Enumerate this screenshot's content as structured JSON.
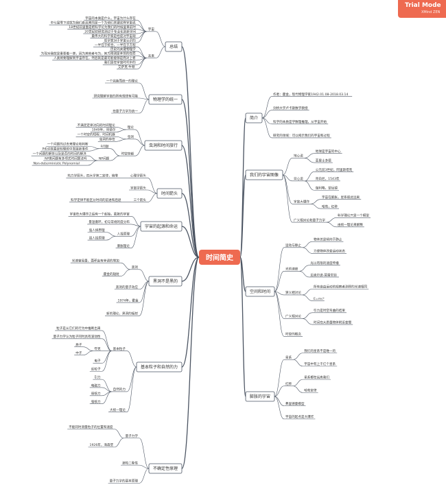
{
  "badge": {
    "title": "Trial Mode",
    "sub": "XMind ZEN"
  },
  "root": "时间简史",
  "branches": [
    {
      "label": "总结",
      "side": "left",
      "children": [
        {
          "label": "宇宙",
          "children": [
            {
              "label": "宇宙的本质是什么，宇宙为什么存在"
            },
            {
              "label": "中七届零下这就为我们走出来的是一个为他们关键这样宇宙说"
            },
            {
              "label": "18世纪前里面是把科学论为我们的时候里目前时"
            },
            {
              "label": "20世纪初研究测过于专业化到新学问"
            },
            {
              "label": "最伟大的科学家是经度对宇宙观"
            },
            {
              "label": "哲学家对于宇宙认识的"
            }
          ]
        },
        {
          "label": "未来",
          "children": [
            {
              "label": "一半在于统合，一半在于方程"
            },
            {
              "label": "历史的关键物理学"
            },
            {
              "label": "为现对我就是重要着一类，因为其他者与为，其为预测是本领的在而"
            },
            {
              "label": "人类将要理解到宇宙存在，然后就是最可能能够是而对上者"
            },
            {
              "label": "我们是在宇宙时代中的"
            },
            {
              "label": "艾萨克·牛顿"
            }
          ]
        }
      ]
    },
    {
      "label": "物理学的统一",
      "side": "left",
      "children": [
        {
          "label": "一个完备而统一的理论"
        },
        {
          "label": "研究理解宇宙的所有规律有可能"
        },
        {
          "label": "在量子力学为统一"
        }
      ]
    },
    {
      "label": "虫洞和时间旅行",
      "side": "left",
      "children": [
        {
          "label": "理论",
          "children": [
            {
              "label": "不满足定律对向的时间理论"
            },
            {
              "label": "1949年，哥德尔"
            }
          ]
        },
        {
          "label": "虫洞",
          "children": [
            {
              "label": "一个时空的短程，时间机器"
            },
            {
              "label": "虫洞的存在"
            }
          ]
        },
        {
          "label": "时空穿越",
          "children": [
            {
              "label": "F问题",
              "children": [
                {
                  "label": "一个问题的过去来理论和判断"
                },
                {
                  "label": "P也许就最是较理想中发展新事件"
                }
              ]
            },
            {
              "label": "NP问题",
              "children": [
                {
                  "label": "一个问题的解答以及是否的时间的解决"
                },
                {
                  "label": "NP类问题有多项式时间算法吗"
                },
                {
                  "label": "Non-deterministic Polynomial"
                }
              ]
            }
          ]
        }
      ]
    },
    {
      "label": "时间箭头",
      "side": "left",
      "children": [
        {
          "label": "心理学箭头",
          "children": [
            {
              "label": "热力学箭头，四大学第二定律，熵增"
            }
          ]
        },
        {
          "label": "宇宙学箭头"
        },
        {
          "label": "三个箭头",
          "children": [
            {
              "label": "科学定律不能区分时间的前进和后退"
            }
          ]
        }
      ]
    },
    {
      "label": "宇宙的起源和命运",
      "side": "left",
      "children": [
        {
          "label": "宇宙在大爆炸之后有一个起始，膨胀的宇宙"
        },
        {
          "label": "量温循环，初与常规的度分布"
        },
        {
          "label": "人择原理",
          "children": [
            {
              "label": "强人择原理"
            },
            {
              "label": "弱人择原理"
            }
          ]
        },
        {
          "label": "暴胀理论"
        }
      ]
    },
    {
      "label": "黑洞不是黑的",
      "side": "left",
      "children": [
        {
          "label": "黑洞",
          "children": [
            {
              "label": "光速容易量，面积会有单调的增加"
            },
            {
              "label": "霍金的辐射"
            }
          ]
        },
        {
          "label": "黑洞的量子效应"
        },
        {
          "label": "1974年，霍金"
        },
        {
          "label": "新的理论，黑洞的辐射"
        }
      ]
    },
    {
      "label": "基本粒子和自然的力",
      "side": "left",
      "children": [
        {
          "label": "基本粒子",
          "children": [
            {
              "label": "粒子是从它们的行为中推断出来"
            },
            {
              "label": "量子力学认为粒子同时具有波动性"
            },
            {
              "label": "夸克",
              "children": [
                {
                  "label": "质子"
                },
                {
                  "label": "中子"
                }
              ]
            },
            {
              "label": "电子"
            },
            {
              "label": "反粒子"
            }
          ]
        },
        {
          "label": "自然的力",
          "children": [
            {
              "label": "引力"
            },
            {
              "label": "电磁力"
            },
            {
              "label": "弱核力"
            },
            {
              "label": "强核力"
            }
          ]
        },
        {
          "label": "大统一理论"
        }
      ]
    },
    {
      "label": "不确定性原理",
      "side": "left",
      "children": [
        {
          "label": "量子力学",
          "children": [
            {
              "label": "不能同时测量粒子的位置和速度"
            },
            {
              "label": "1926年，海森堡"
            }
          ]
        },
        {
          "label": "波粒二象性"
        },
        {
          "label": "量子力学的基本原理"
        }
      ]
    },
    {
      "label": "简介",
      "side": "right",
      "children": [
        {
          "label": "作者：霍金，现代物理学家1942.01.08-2018.03.14"
        },
        {
          "label": "剑桥大学卢卡斯数学教授"
        },
        {
          "label": "科学的本质是学数理推理，从宇宙开始"
        },
        {
          "label": "研究的领域：可以揭示我们的宇宙和过程"
        }
      ]
    },
    {
      "label": "我们的宇宙图像",
      "side": "right",
      "children": [
        {
          "label": "地心说",
          "children": [
            {
              "label": "地球是宇宙的中心"
            },
            {
              "label": "亚里士多德"
            }
          ]
        },
        {
          "label": "日心说",
          "children": [
            {
              "label": "公元前3世纪，阿里斯塔克"
            },
            {
              "label": "哥白尼，1543年"
            },
            {
              "label": "伽利略，望远镜"
            }
          ]
        },
        {
          "label": "宇宙大爆炸",
          "children": [
            {
              "label": "宇宙在膨胀，星系彼此远离"
            },
            {
              "label": "哈勃，红移"
            }
          ]
        },
        {
          "label": "广义相对论和量子力学",
          "children": [
            {
              "label": "科学理论只是一个模型"
            },
            {
              "label": "由统一理论来解释"
            }
          ]
        }
      ]
    },
    {
      "label": "空间和时间",
      "side": "right",
      "children": [
        {
          "label": "运动与静止",
          "children": [
            {
              "label": "物体总是倾向于静止"
            },
            {
              "label": "力使物体改变运动状态"
            }
          ]
        },
        {
          "label": "光的速度",
          "children": [
            {
              "label": "光以有限的速度传播"
            },
            {
              "label": "迈克尔逊-莫雷实验"
            }
          ]
        },
        {
          "label": "狭义相对论",
          "children": [
            {
              "label": "所有自由运动的观察者测得的光速相同"
            },
            {
              "label": "E=mc²"
            }
          ]
        },
        {
          "label": "广义相对论",
          "children": [
            {
              "label": "引力是时空弯曲的结果"
            },
            {
              "label": "时间在大质量物体附近变慢"
            }
          ]
        },
        {
          "label": "时空的概念"
        }
      ]
    },
    {
      "label": "膨胀的宇宙",
      "side": "right",
      "children": [
        {
          "label": "星系",
          "children": [
            {
              "label": "我们的星系不是唯一的"
            },
            {
              "label": "宇宙中有上千亿个星系"
            }
          ]
        },
        {
          "label": "红移",
          "children": [
            {
              "label": "星系都在远离我们"
            },
            {
              "label": "哈勃定律"
            }
          ]
        },
        {
          "label": "弗里德曼模型"
        },
        {
          "label": "宇宙的起点是大爆炸"
        }
      ]
    }
  ]
}
